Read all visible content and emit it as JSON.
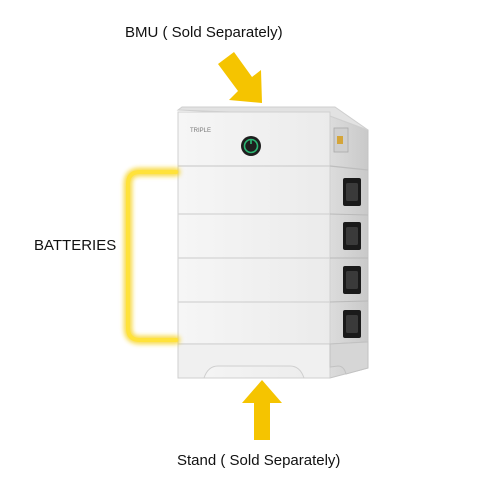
{
  "labels": {
    "bmu": "BMU ( Sold Separately)",
    "batteries": "BATTERIES",
    "stand": "Stand ( Sold Separately)"
  },
  "product": {
    "brand_logo": "TRIPLE",
    "module_count": 4
  },
  "colors": {
    "arrow": "#f5c400",
    "bracket": "#ffe23a",
    "bracket_glow": "#f6d21f",
    "cabinet": "#eeeeee",
    "cabinet_edge": "#d0d0d0",
    "handle": "#1a1a1a",
    "power_ring": "#2bb673"
  },
  "icons": [
    "arrow-down-icon",
    "arrow-up-icon",
    "bracket-icon",
    "power-button-icon"
  ]
}
